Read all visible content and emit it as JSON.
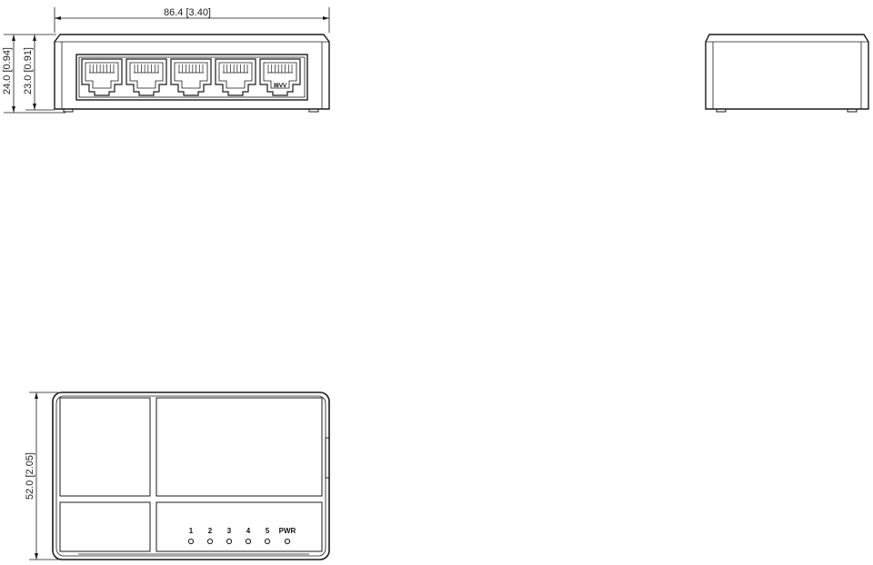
{
  "dimensions": {
    "width": "86.4 [3.40]",
    "height_total": "24.0 [0.94]",
    "height_body": "23.0 [0.91]",
    "depth": "52.0 [2.05]"
  },
  "front_view": {
    "port_count": 5,
    "port5_marking": "ⅡⅡⅤⅤ"
  },
  "top_view": {
    "leds": [
      {
        "label": "1"
      },
      {
        "label": "2"
      },
      {
        "label": "3"
      },
      {
        "label": "4"
      },
      {
        "label": "5"
      },
      {
        "label": "PWR"
      }
    ]
  },
  "colors": {
    "line": "#1a1a1a",
    "background": "#ffffff"
  }
}
